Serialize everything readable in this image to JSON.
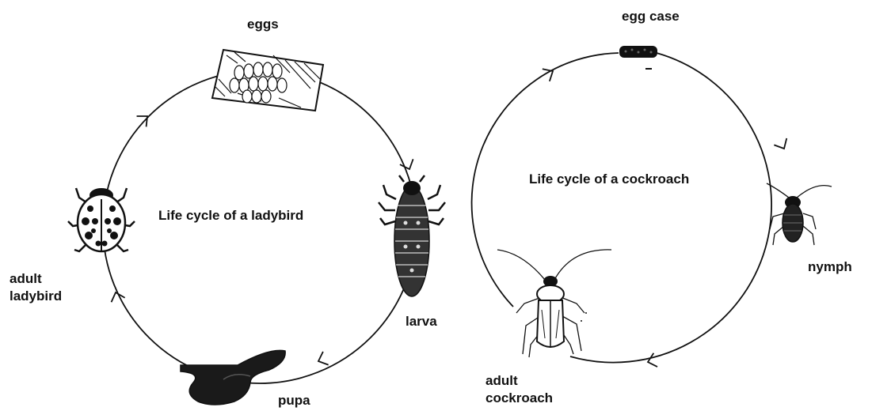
{
  "ladybird": {
    "title": "Life cycle of a ladybird",
    "stages": {
      "eggs": "eggs",
      "larva": "larva",
      "pupa": "pupa",
      "adult_line1": "adult",
      "adult_line2": "ladybird"
    },
    "icons": [
      "egg-cluster-icon",
      "larva-icon",
      "pupa-icon",
      "ladybird-icon"
    ]
  },
  "cockroach": {
    "title": "Life cycle of a cockroach",
    "stages": {
      "egg_case": "egg case",
      "nymph": "nymph",
      "adult_line1": "adult",
      "adult_line2": "cockroach"
    },
    "icons": [
      "egg-case-icon",
      "nymph-icon",
      "cockroach-icon"
    ]
  },
  "colors": {
    "line": "#111111",
    "background": "#ffffff"
  }
}
